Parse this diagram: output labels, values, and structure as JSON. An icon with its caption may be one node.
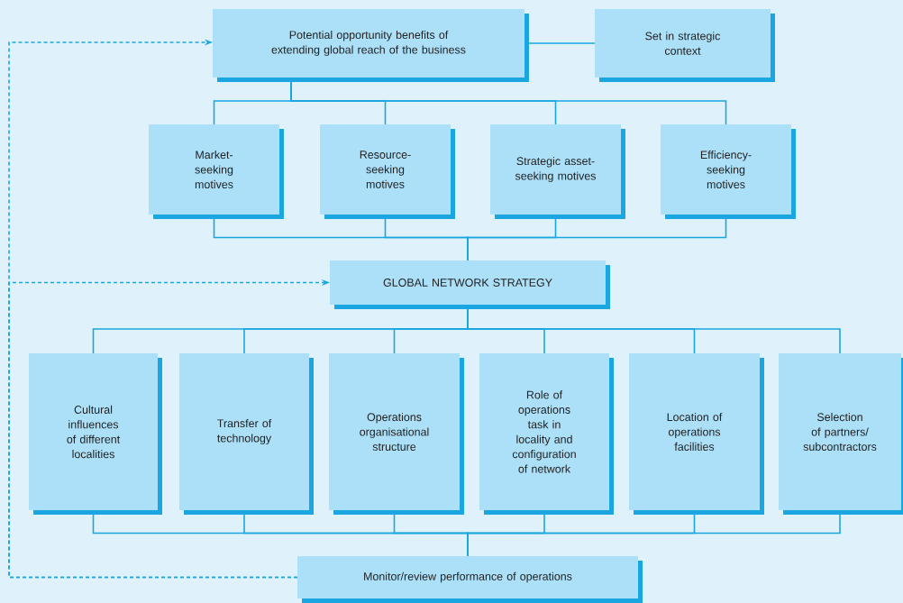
{
  "diagram": {
    "nodes": [
      {
        "text": [
          "Potential opportunity benefits of extending global reach of the business"
        ]
      },
      {
        "text": [
          "Set in strategic context"
        ]
      },
      {
        "text": [
          "Market-seeking motives"
        ]
      },
      {
        "text": [
          "Resource-seeking motives"
        ]
      },
      {
        "text": [
          "Strategic asset-seeking motives"
        ]
      },
      {
        "text": [
          "Efficiency-seeking motives"
        ]
      },
      {
        "text": [
          "GLOBAL NETWORK STRATEGY"
        ]
      },
      {
        "text": [
          "Cultural influences of different localities"
        ]
      },
      {
        "text": [
          "Transfer of technology"
        ]
      },
      {
        "text": [
          "Operations organisational structure"
        ]
      },
      {
        "text": [
          "Role of operations task in locality and configuration of network"
        ]
      },
      {
        "text": [
          "Location of operations facilities"
        ]
      },
      {
        "text": [
          "Selection of partners/ subcontractors"
        ]
      },
      {
        "text": [
          "Monitor/review performance of operations"
        ]
      }
    ],
    "edges": [
      {
        "from": 0,
        "to": 1,
        "arrow": "none"
      },
      {
        "from": 0,
        "to": 2,
        "arrow": "none"
      },
      {
        "from": 0,
        "to": 3,
        "arrow": "none"
      },
      {
        "from": 0,
        "to": 4,
        "arrow": "none"
      },
      {
        "from": 0,
        "to": 5,
        "arrow": "none"
      },
      {
        "from": 2,
        "to": 6,
        "arrow": "none"
      },
      {
        "from": 3,
        "to": 6,
        "arrow": "none"
      },
      {
        "from": 4,
        "to": 6,
        "arrow": "none"
      },
      {
        "from": 5,
        "to": 6,
        "arrow": "none"
      },
      {
        "from": 6,
        "to": 7,
        "arrow": "none"
      },
      {
        "from": 6,
        "to": 8,
        "arrow": "none"
      },
      {
        "from": 6,
        "to": 9,
        "arrow": "none"
      },
      {
        "from": 6,
        "to": 10,
        "arrow": "none"
      },
      {
        "from": 6,
        "to": 11,
        "arrow": "none"
      },
      {
        "from": 6,
        "to": 12,
        "arrow": "none"
      },
      {
        "from": 7,
        "to": 13,
        "arrow": "none"
      },
      {
        "from": 8,
        "to": 13,
        "arrow": "none"
      },
      {
        "from": 9,
        "to": 13,
        "arrow": "none"
      },
      {
        "from": 10,
        "to": 13,
        "arrow": "none"
      },
      {
        "from": 11,
        "to": 13,
        "arrow": "none"
      },
      {
        "from": 12,
        "to": 13,
        "arrow": "none"
      },
      {
        "from": 13,
        "to": 0,
        "arrow": "to",
        "style": "dashed"
      },
      {
        "from": 13,
        "to": 6,
        "arrow": "to",
        "style": "dashed"
      }
    ]
  }
}
